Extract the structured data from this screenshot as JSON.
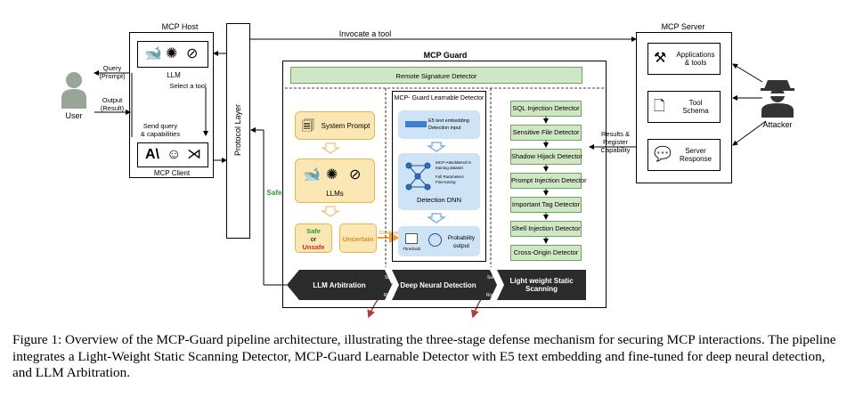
{
  "diagram": {
    "host": {
      "title": "MCP Host",
      "llm_label": "LLM",
      "client_label": "MCP Client",
      "select_tool": "Select a tool",
      "send_query": "Send query\n& capabilities"
    },
    "user": {
      "label": "User",
      "query": "Query\n(Prompt)",
      "output": "Output\n(Result)"
    },
    "protocol_layer": "Protocol Layer",
    "invocate": "Invocate a tool",
    "server": {
      "title": "MCP Server",
      "items": [
        "Applications\n& tools",
        "Tool\nSchema",
        "Server\nResponse"
      ],
      "results": "Results &\nRegister\nCapability"
    },
    "attacker": "Attacker",
    "guard": {
      "title": "MCP Guard",
      "remote": "Remote Signature Detector",
      "learnable_title": "MCP- Guard Learnable Detector",
      "e5": "E5 text embedding\nDetection input",
      "dataset": "MCP-AttackBench's\ntraining dataset",
      "finetune": "Full Parameters\nFine-tuning",
      "dnn": "Detection DNN",
      "threshold": "Threshold",
      "prob": "Probability\noutput",
      "system_prompt": "System Prompt",
      "llms": "LLMs",
      "safe_or_unsafe": [
        "Safe",
        "or",
        "Unsafe"
      ],
      "uncertain": "Uncertain",
      "continue": "Continue",
      "safe_side": "Safe",
      "detectors": [
        "SQL Injection Detector",
        "Sensitive File Detector",
        "Shadow Hijack Detector",
        "Prompt Injection Detector",
        "Important Tag Detector",
        "Shell Injection Detector",
        "Cross-Origin Detector"
      ],
      "stages": [
        "LLM Arbitration",
        "Deep Neural Detection",
        "Light weight Static\nScanning"
      ],
      "safe_mark": "Safe",
      "risky_mark": "Risky"
    },
    "colors": {
      "green_fill": "#cfe7c4",
      "green_border": "#6fa35f",
      "yellow_fill": "#fbe7b3",
      "yellow_border": "#e6b84a",
      "blue_fill": "#cfe3f6",
      "dark_bar": "#2b2b2b",
      "risky_arrow": "#b03b3b",
      "safe_text": "#2f9a2f"
    }
  },
  "caption": "Figure 1: Overview of the MCP-Guard pipeline architecture, illustrating the three-stage defense mechanism for securing MCP interactions. The pipeline integrates a Light-Weight Static Scanning Detector, MCP-Guard Learnable Detector with E5 text embedding and fine-tuned for deep neural detection, and LLM Arbitration."
}
